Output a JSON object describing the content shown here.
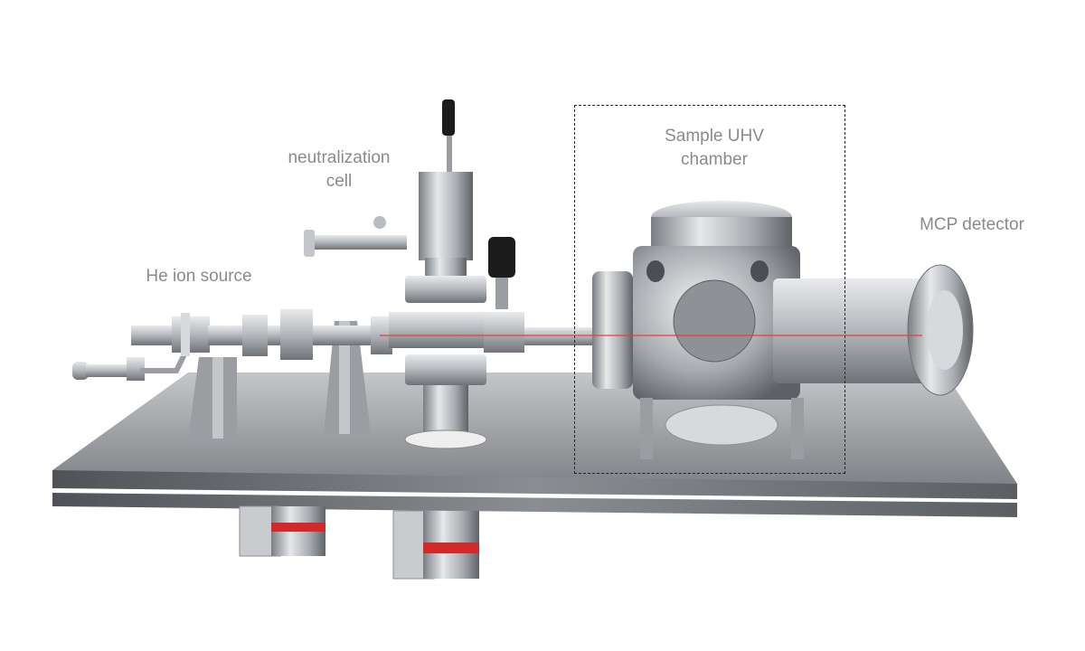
{
  "labels": {
    "he_ion_source": "He ion source",
    "neutralization_cell": "neutralization\ncell",
    "sample_chamber": "Sample UHV\nchamber",
    "mcp_detector": "MCP detector"
  },
  "colors": {
    "label_text": "#8a8a8a",
    "beam": "#e0403a",
    "steel": "#b9bcc0",
    "dark_steel": "#6f7378",
    "platform": "#5b5e62",
    "accent_red": "#d22a2a",
    "knob": "#1c1c1c"
  }
}
